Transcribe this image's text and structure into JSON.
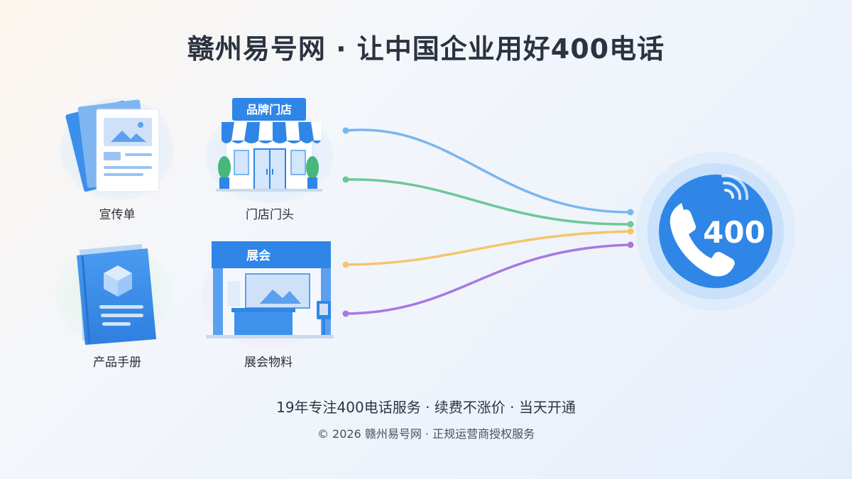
{
  "title": "赣州易号网 · 让中国企业用好400电话",
  "sources": [
    {
      "label": "宣传单",
      "icon": "flyer-icon",
      "line_color": "#7ab6ee"
    },
    {
      "label": "门店门头",
      "icon": "storefront-icon",
      "banner": "品牌门店",
      "line_color": "#6cc898"
    },
    {
      "label": "产品手册",
      "icon": "product-brochure-icon",
      "line_color": "#f6c46a"
    },
    {
      "label": "展会物料",
      "icon": "exhibition-booth-icon",
      "banner": "展会",
      "line_color": "#a778e2"
    }
  ],
  "hub": {
    "label": "400",
    "icon": "phone-icon"
  },
  "tagline": "19年专注400电话服务 · 续费不涨价 · 当天开通",
  "footer": "© 2026 赣州易号网 · 正规运营商授权服务",
  "colors": {
    "primary_blue": "#2f86e6",
    "title": "#2b3340"
  }
}
